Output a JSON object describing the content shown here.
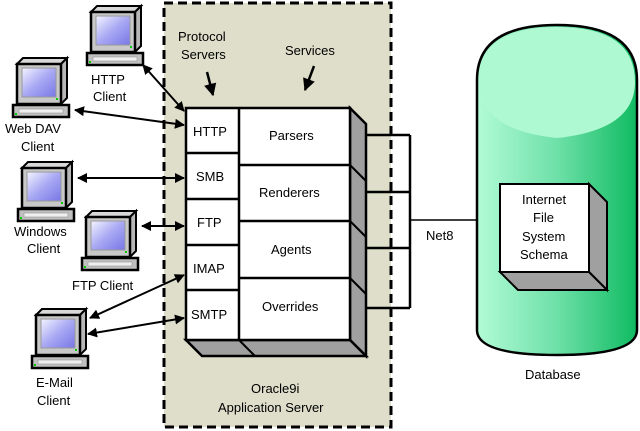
{
  "clients": [
    {
      "id": "http",
      "label_lines": [
        "HTTP",
        "Client"
      ]
    },
    {
      "id": "webdav",
      "label_lines": [
        "Web DAV",
        "Client"
      ]
    },
    {
      "id": "windows",
      "label_lines": [
        "Windows",
        "Client"
      ]
    },
    {
      "id": "ftp",
      "label_lines": [
        "FTP Client"
      ]
    },
    {
      "id": "email",
      "label_lines": [
        "E-Mail",
        "Client"
      ]
    }
  ],
  "app_server": {
    "label_lines": [
      "Oracle9i",
      "Application Server"
    ],
    "protocol_servers_label": [
      "Protocol",
      "Servers"
    ],
    "services_label": "Services",
    "protocols": [
      "HTTP",
      "SMB",
      "FTP",
      "IMAP",
      "SMTP"
    ],
    "services": [
      "Parsers",
      "Renderers",
      "Agents",
      "Overrides"
    ]
  },
  "connection_label": "Net8",
  "database": {
    "label": "Database",
    "schema_lines": [
      "Internet",
      "File",
      "System",
      "Schema"
    ]
  },
  "colors": {
    "server_bg": "#dedecb",
    "db_top": "#aef9d2",
    "db_side_dark": "#10bb62",
    "box_shade": "#a0a0a0",
    "screen": "#8888ee"
  }
}
